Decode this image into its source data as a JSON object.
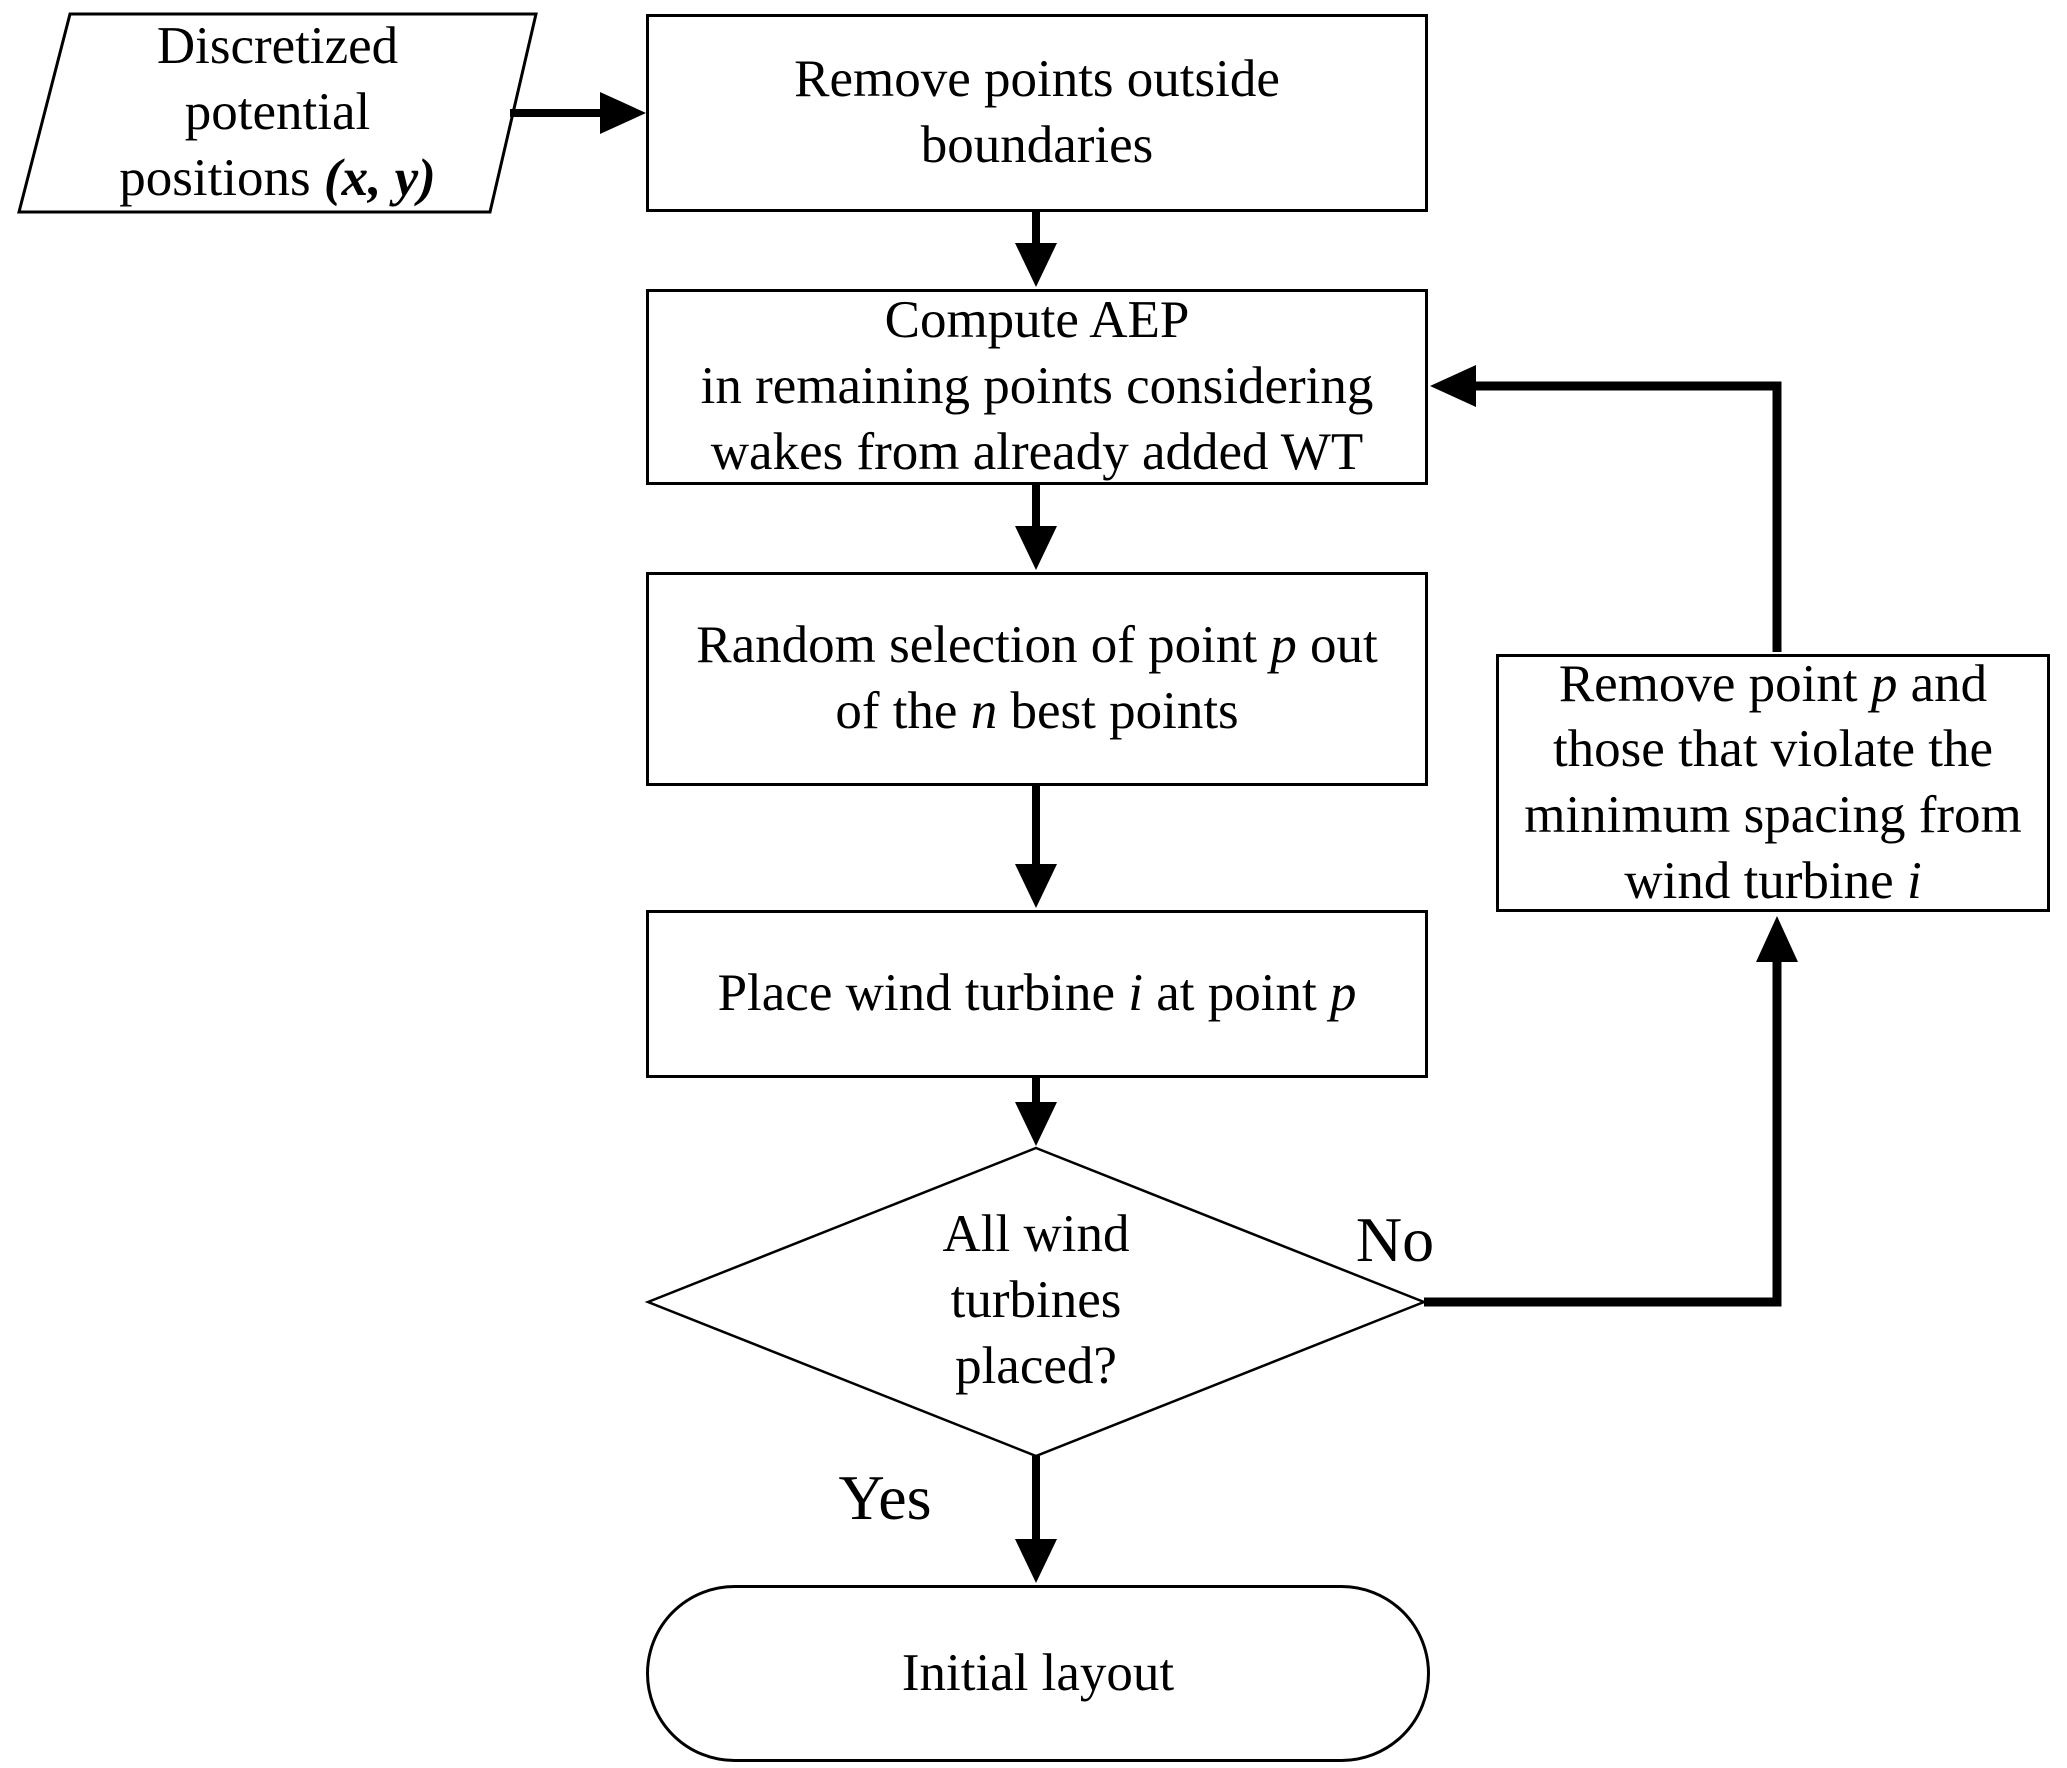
{
  "colors": {
    "ink": "#000000",
    "background": "#ffffff"
  },
  "flowchart": {
    "nodes": {
      "input": {
        "shape": "parallelogram",
        "lines": [
          [
            {
              "t": "Discretized"
            }
          ],
          [
            {
              "t": "potential"
            }
          ],
          [
            {
              "t": "positions "
            },
            {
              "t": "(x, y)",
              "bi": true
            }
          ]
        ]
      },
      "remove_outside": {
        "shape": "rectangle",
        "lines": [
          [
            {
              "t": "Remove points outside"
            }
          ],
          [
            {
              "t": "boundaries"
            }
          ]
        ]
      },
      "compute_aep": {
        "shape": "rectangle",
        "lines": [
          [
            {
              "t": "Compute AEP"
            }
          ],
          [
            {
              "t": "in remaining points considering"
            }
          ],
          [
            {
              "t": "wakes from already added WT"
            }
          ]
        ]
      },
      "random_selection": {
        "shape": "rectangle",
        "lines": [
          [
            {
              "t": "Random selection of point "
            },
            {
              "t": "p",
              "i": true
            },
            {
              "t": " out"
            }
          ],
          [
            {
              "t": "of the "
            },
            {
              "t": "n",
              "i": true
            },
            {
              "t": " best points"
            }
          ]
        ]
      },
      "place_turbine": {
        "shape": "rectangle",
        "lines": [
          [
            {
              "t": "Place wind turbine "
            },
            {
              "t": "i",
              "i": true
            },
            {
              "t": " at point "
            },
            {
              "t": "p",
              "i": true
            }
          ]
        ]
      },
      "all_placed": {
        "shape": "diamond",
        "lines": [
          [
            {
              "t": "All wind"
            }
          ],
          [
            {
              "t": "turbines"
            }
          ],
          [
            {
              "t": "placed?"
            }
          ]
        ]
      },
      "remove_point": {
        "shape": "rectangle",
        "lines": [
          [
            {
              "t": "Remove point "
            },
            {
              "t": "p",
              "i": true
            },
            {
              "t": " and"
            }
          ],
          [
            {
              "t": "those that violate the"
            }
          ],
          [
            {
              "t": "minimum spacing from"
            }
          ],
          [
            {
              "t": "wind turbine "
            },
            {
              "t": "i",
              "i": true
            }
          ]
        ]
      },
      "initial_layout": {
        "shape": "stadium",
        "lines": [
          [
            {
              "t": "Initial layout"
            }
          ]
        ]
      }
    },
    "edge_labels": {
      "no": "No",
      "yes": "Yes"
    }
  }
}
